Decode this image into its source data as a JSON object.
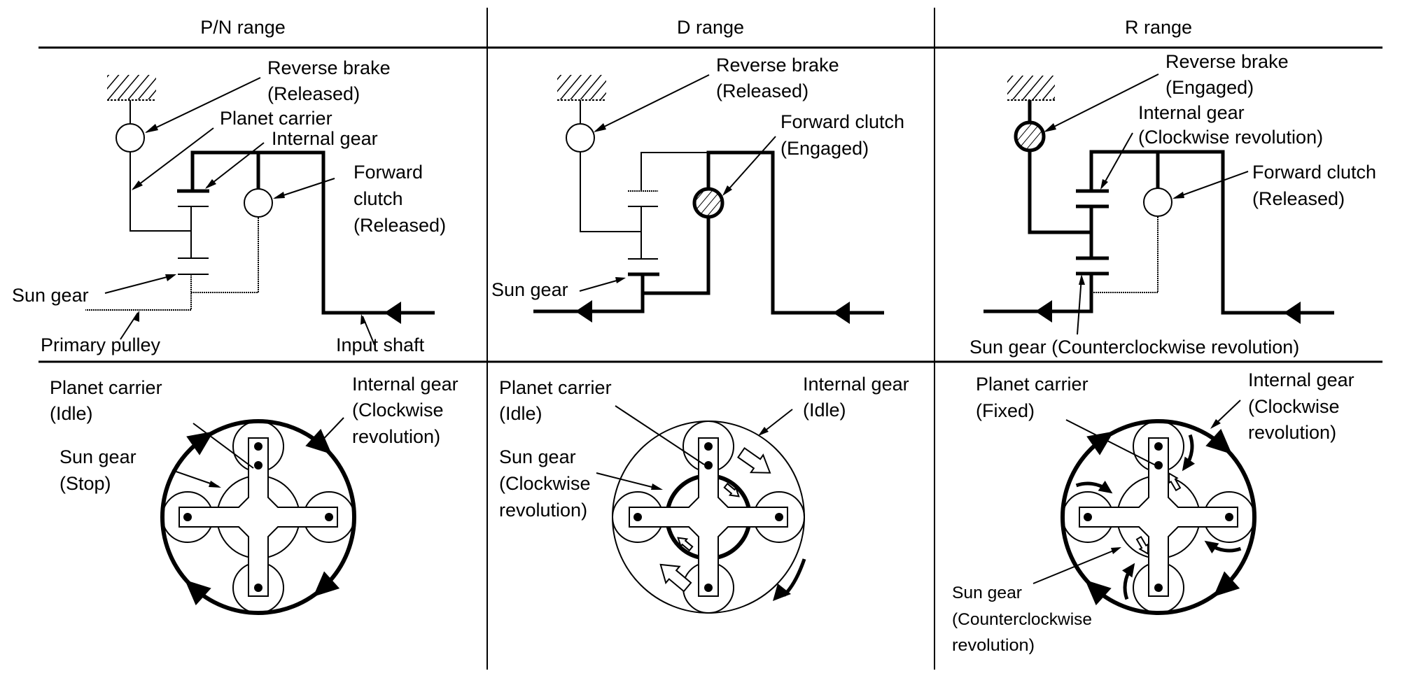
{
  "columns": [
    {
      "header": "P/N range",
      "top": {
        "reverse_brake": [
          "Reverse brake",
          "(Released)"
        ],
        "planet_carrier": "Planet carrier",
        "internal_gear": "Internal gear",
        "forward_clutch": [
          "Forward",
          "clutch",
          "(Released)"
        ],
        "sun_gear": "Sun gear",
        "primary_pulley": "Primary pulley",
        "input_shaft": "Input shaft"
      },
      "bottom": {
        "planet_carrier": [
          "Planet carrier",
          "(Idle)"
        ],
        "internal_gear": [
          "Internal gear",
          "(Clockwise",
          "revolution)"
        ],
        "sun_gear": [
          "Sun gear",
          "(Stop)"
        ]
      }
    },
    {
      "header": "D range",
      "top": {
        "reverse_brake": [
          "Reverse brake",
          "(Released)"
        ],
        "forward_clutch": [
          "Forward clutch",
          "(Engaged)"
        ],
        "sun_gear": "Sun gear"
      },
      "bottom": {
        "planet_carrier": [
          "Planet carrier",
          "(Idle)"
        ],
        "internal_gear": [
          "Internal gear",
          "(Idle)"
        ],
        "sun_gear": [
          "Sun gear",
          "(Clockwise",
          "revolution)"
        ]
      }
    },
    {
      "header": "R range",
      "top": {
        "reverse_brake": [
          "Reverse brake",
          "(Engaged)"
        ],
        "internal_gear": [
          "Internal gear",
          "(Clockwise revolution)"
        ],
        "forward_clutch": [
          "Forward clutch",
          "(Released)"
        ],
        "sun_gear": "Sun gear (Counterclockwise revolution)"
      },
      "bottom": {
        "planet_carrier": [
          "Planet carrier",
          "(Fixed)"
        ],
        "internal_gear": [
          "Internal gear",
          "(Clockwise",
          "revolution)"
        ],
        "sun_gear": [
          "Sun gear",
          "(Counterclockwise",
          "revolution)"
        ]
      }
    }
  ],
  "states": {
    "pn": {
      "reverse_brake": "released",
      "forward_clutch": "released",
      "planet_carrier": "idle",
      "internal_gear": "clockwise",
      "sun_gear": "stop"
    },
    "d": {
      "reverse_brake": "released",
      "forward_clutch": "engaged",
      "planet_carrier": "idle",
      "internal_gear": "idle",
      "sun_gear": "clockwise"
    },
    "r": {
      "reverse_brake": "engaged",
      "forward_clutch": "released",
      "planet_carrier": "fixed",
      "internal_gear": "clockwise",
      "sun_gear": "counterclockwise"
    }
  },
  "colors": {
    "line": "#000000",
    "background": "#ffffff"
  }
}
